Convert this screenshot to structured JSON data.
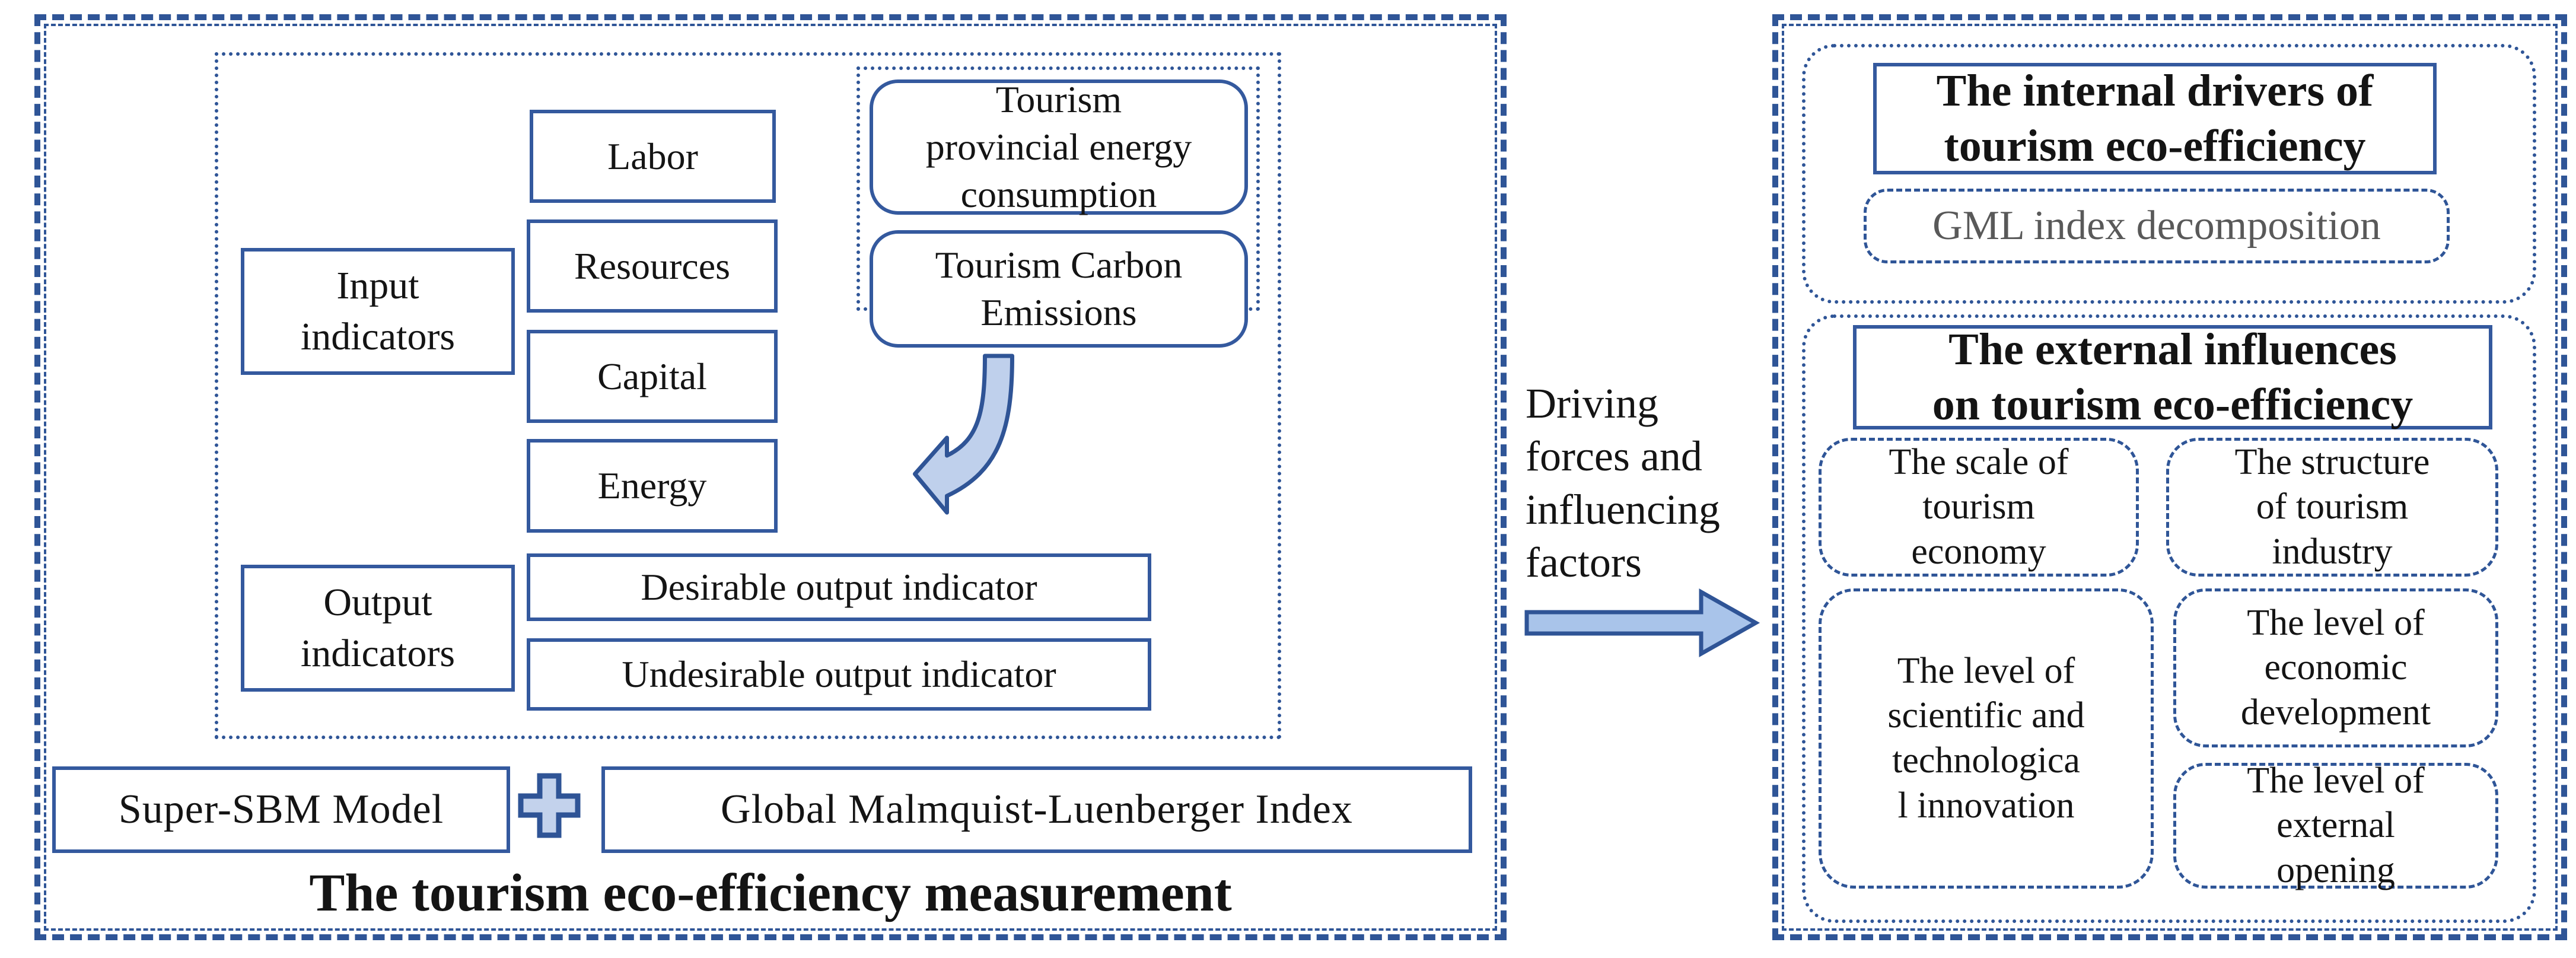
{
  "palette": {
    "solid_border": "#34599E",
    "dashed_border": "#2F5597",
    "arrow_fill": "#BFD0EC",
    "arrow_outline": "#2F5496",
    "straight_arrow_fill": "#A9C4EA",
    "plus_fill": "#C3D2EC",
    "text": "#141414",
    "muted_text": "#595959"
  },
  "left_panel": {
    "title": "The tourism eco-efficiency measurement",
    "input_indicators_label": "Input\nindicators",
    "inputs": [
      "Labor",
      "Resources",
      "Capital",
      "Energy"
    ],
    "energy_consumption_box": "Tourism\nprovincial energy\nconsumption",
    "carbon_emissions_box": "Tourism Carbon\nEmissions",
    "output_indicators_label": "Output\nindicators",
    "outputs": [
      "Desirable output indicator",
      "Undesirable output indicator"
    ],
    "model_left": "Super-SBM Model",
    "model_right": "Global Malmquist-Luenberger Index"
  },
  "connector": {
    "label": "Driving\nforces and\ninfluencing\nfactors"
  },
  "right_panel": {
    "internal_title": "The internal drivers of\ntourism eco-efficiency",
    "internal_item": "GML index decomposition",
    "external_title": "The external influences\non tourism eco-efficiency",
    "factors": [
      "The scale of\ntourism\neconomy",
      "The structure\nof tourism\nindustry",
      "The level of\nscientific and\ntechnologica\nl innovation",
      "The level of\neconomic\ndevelopment",
      "The level of\nexternal\nopening"
    ]
  }
}
